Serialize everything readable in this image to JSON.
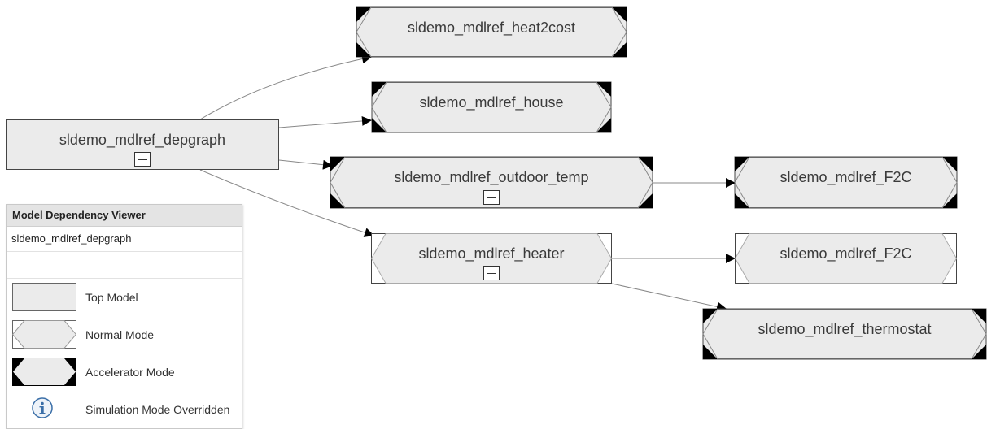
{
  "diagram": {
    "nodes": [
      {
        "id": "depgraph",
        "label": "sldemo_mdlref_depgraph",
        "mode": "top",
        "collapsible": true
      },
      {
        "id": "heat2cost",
        "label": "sldemo_mdlref_heat2cost",
        "mode": "accelerator",
        "collapsible": false
      },
      {
        "id": "house",
        "label": "sldemo_mdlref_house",
        "mode": "accelerator",
        "collapsible": false
      },
      {
        "id": "outdoor",
        "label": "sldemo_mdlref_outdoor_temp",
        "mode": "accelerator",
        "collapsible": true
      },
      {
        "id": "heater",
        "label": "sldemo_mdlref_heater",
        "mode": "normal",
        "collapsible": true
      },
      {
        "id": "f2c_acc",
        "label": "sldemo_mdlref_F2C",
        "mode": "accelerator",
        "collapsible": false
      },
      {
        "id": "f2c_norm",
        "label": "sldemo_mdlref_F2C",
        "mode": "normal",
        "collapsible": false
      },
      {
        "id": "thermostat",
        "label": "sldemo_mdlref_thermostat",
        "mode": "accelerator",
        "collapsible": false
      }
    ],
    "edges": [
      {
        "from": "depgraph",
        "to": "heat2cost"
      },
      {
        "from": "depgraph",
        "to": "house"
      },
      {
        "from": "depgraph",
        "to": "outdoor"
      },
      {
        "from": "depgraph",
        "to": "heater"
      },
      {
        "from": "outdoor",
        "to": "f2c_acc"
      },
      {
        "from": "heater",
        "to": "f2c_norm"
      },
      {
        "from": "heater",
        "to": "thermostat"
      }
    ]
  },
  "legend": {
    "title": "Model Dependency Viewer",
    "model": "sldemo_mdlref_depgraph",
    "items": [
      {
        "kind": "top",
        "label": "Top Model"
      },
      {
        "kind": "normal",
        "label": "Normal Mode"
      },
      {
        "kind": "accelerator",
        "label": "Accelerator Mode"
      },
      {
        "kind": "info",
        "label": "Simulation Mode Overridden"
      }
    ]
  },
  "colors": {
    "node_fill": "#ebebeb",
    "node_stroke": "#444444",
    "accelerator_corner": "#000000",
    "edge": "#888888",
    "info_icon": "#3b6fa8"
  }
}
